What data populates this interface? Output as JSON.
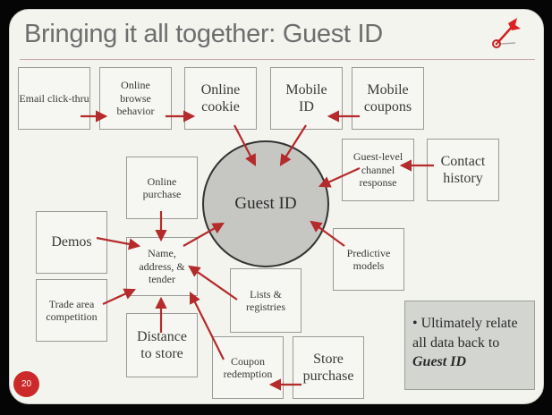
{
  "slide": {
    "title": "Bringing it all together: Guest ID",
    "page_number": "20",
    "center": "Guest ID",
    "boxes": {
      "email": "Email click-thru",
      "browse": "Online browse behavior",
      "cookie": "Online cookie",
      "mobile_id": "Mobile ID",
      "mobile_coupons": "Mobile coupons",
      "channel_response": "Guest-level channel response",
      "contact_history": "Contact history",
      "online_purchase": "Online purchase",
      "demos": "Demos",
      "name_address": "Name, address, & tender",
      "lists": "Lists & registries",
      "predictive": "Predictive models",
      "trade_area": "Trade area competition",
      "distance": "Distance to store",
      "coupon_redemption": "Coupon redemption",
      "store_purchase": "Store purchase"
    },
    "callout": {
      "bullet": "•",
      "text": "Ultimately relate all data back to",
      "emphasis": "Guest ID"
    }
  },
  "colors": {
    "arrow": "#b52a2a",
    "accent": "#cc2a2a"
  }
}
